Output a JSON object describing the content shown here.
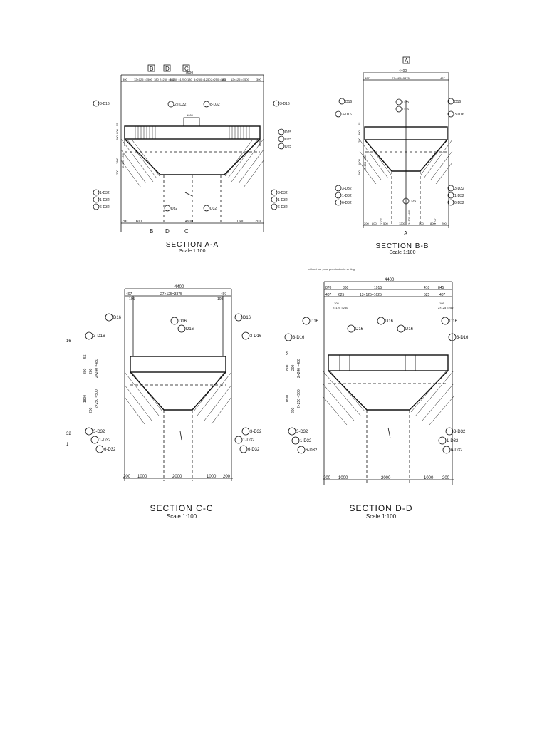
{
  "section_aa": {
    "title": "SECTION A-A",
    "scale": "Scale 1:100",
    "section_marks_top": [
      "B",
      "D",
      "C"
    ],
    "section_marks_bottom": [
      "B",
      "D",
      "C"
    ],
    "overall_dim": "7600",
    "top_dims": [
      "300",
      "12×125 =1500",
      "180",
      "2×250 =500",
      "5×250 =1250",
      "180",
      "5×250 =1250",
      "2×250 =500",
      "180",
      "12×125 =1500",
      "300"
    ],
    "labels_left": [
      "3-D16",
      "1-D32",
      "1-D32",
      "6-D32"
    ],
    "labels_right": [
      "3-D16",
      "D25",
      "D25",
      "D25",
      "3-D32",
      "1-D32",
      "6-D32"
    ],
    "labels_center": [
      "22-D32",
      "8-D32",
      "D32",
      "D32"
    ],
    "mid_dim": "1000",
    "left_dims": [
      "800",
      "55",
      "200",
      "1800",
      "200",
      "2×250 =500"
    ],
    "bottom_dims": [
      "200",
      "1600",
      "4900",
      "1600",
      "200"
    ]
  },
  "section_bb": {
    "title": "SECTION B-B",
    "scale": "Scale 1:100",
    "section_mark_top": "A",
    "section_mark_bottom": "A",
    "overall_dim": "4400",
    "top_dims": [
      "407",
      "27×125=3375",
      "407"
    ],
    "labels_left": [
      "D16",
      "3-D16",
      "3-D32",
      "1-D32",
      "6-D32"
    ],
    "labels_right": [
      "D16",
      "3-D16",
      "3-D32",
      "1-D32",
      "6-D32"
    ],
    "labels_center": [
      "D25",
      "D16",
      "D25"
    ],
    "left_dims": [
      "800",
      "55",
      "200",
      "1800",
      "200",
      "2×250 =500"
    ],
    "inner_dims": [
      "1707",
      "1707",
      "3×125 =625"
    ],
    "bottom_dims": [
      "200",
      "800",
      "500",
      "1200",
      "500",
      "800",
      "200"
    ]
  },
  "section_cc": {
    "title": "SECTION C-C",
    "scale": "Scale 1:100",
    "overall_dim": "4400",
    "top_dims": [
      "407",
      "27×125=3375",
      "407"
    ],
    "small_dims": [
      "105",
      "105"
    ],
    "labels_left": [
      "D16",
      "3-D16",
      "3-D32",
      "1-D32",
      "6-D32"
    ],
    "labels_right": [
      "D16",
      "3-D16",
      "3-D32",
      "1-D32",
      "6-D32"
    ],
    "labels_center": [
      "D16",
      "D16"
    ],
    "left_edge_fragments": [
      "16",
      "32",
      "1"
    ],
    "left_dims": [
      "800",
      "55",
      "200",
      "2×240 =480",
      "1800",
      "200",
      "2×250 =500"
    ],
    "bottom_dims": [
      "200",
      "1000",
      "2000",
      "1000",
      "200"
    ]
  },
  "section_dd": {
    "title": "SECTION D-D",
    "scale": "Scale 1:100",
    "notice_text": "without our prior permission in writing.",
    "overall_dim": "4400",
    "top_dims_row1": [
      "870",
      "360",
      "1915",
      "410",
      "845"
    ],
    "top_dims_row2": [
      "407",
      "625",
      "13×125=1625",
      "525",
      "407"
    ],
    "small_dims": [
      "105",
      "2×125 =250",
      "105",
      "2×125 =250"
    ],
    "labels_left": [
      "D16",
      "3-D16",
      "3-D32",
      "1-D32",
      "6-D32"
    ],
    "labels_right": [
      "D16",
      "3-D16",
      "3-D32",
      "1-D32",
      "6-D32"
    ],
    "labels_center": [
      "D16",
      "D16",
      "D16"
    ],
    "left_dims": [
      "800",
      "55",
      "200",
      "2×240 =480",
      "1800",
      "200",
      "2×250 =500"
    ],
    "bottom_dims": [
      "200",
      "1000",
      "2000",
      "1000",
      "200"
    ]
  }
}
